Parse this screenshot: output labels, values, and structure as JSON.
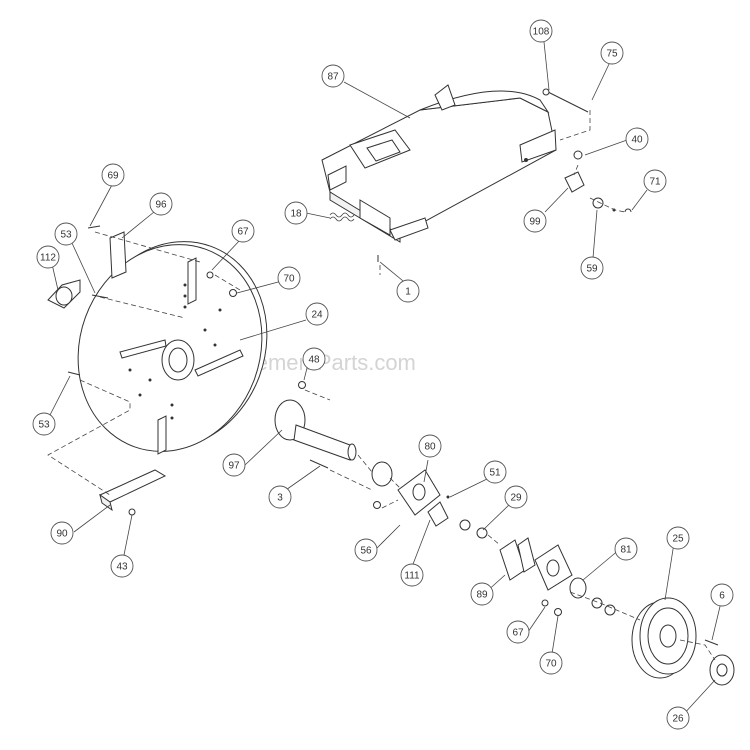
{
  "watermark": "eReplacementParts.com",
  "callouts": [
    {
      "id": "c108",
      "label": "108"
    },
    {
      "id": "c75",
      "label": "75"
    },
    {
      "id": "c87",
      "label": "87"
    },
    {
      "id": "c40",
      "label": "40"
    },
    {
      "id": "c71",
      "label": "71"
    },
    {
      "id": "c99",
      "label": "99"
    },
    {
      "id": "c59",
      "label": "59"
    },
    {
      "id": "c18",
      "label": "18"
    },
    {
      "id": "c1",
      "label": "1"
    },
    {
      "id": "c69",
      "label": "69"
    },
    {
      "id": "c96",
      "label": "96"
    },
    {
      "id": "c53a",
      "label": "53"
    },
    {
      "id": "c112",
      "label": "112"
    },
    {
      "id": "c67a",
      "label": "67"
    },
    {
      "id": "c70a",
      "label": "70"
    },
    {
      "id": "c24",
      "label": "24"
    },
    {
      "id": "c48",
      "label": "48"
    },
    {
      "id": "c53b",
      "label": "53"
    },
    {
      "id": "c80",
      "label": "80"
    },
    {
      "id": "c97",
      "label": "97"
    },
    {
      "id": "c3",
      "label": "3"
    },
    {
      "id": "c51",
      "label": "51"
    },
    {
      "id": "c29",
      "label": "29"
    },
    {
      "id": "c90",
      "label": "90"
    },
    {
      "id": "c43",
      "label": "43"
    },
    {
      "id": "c56",
      "label": "56"
    },
    {
      "id": "c111",
      "label": "111"
    },
    {
      "id": "c25",
      "label": "25"
    },
    {
      "id": "c81",
      "label": "81"
    },
    {
      "id": "c89",
      "label": "89"
    },
    {
      "id": "c6",
      "label": "6"
    },
    {
      "id": "c67b",
      "label": "67"
    },
    {
      "id": "c70b",
      "label": "70"
    },
    {
      "id": "c26",
      "label": "26"
    }
  ]
}
